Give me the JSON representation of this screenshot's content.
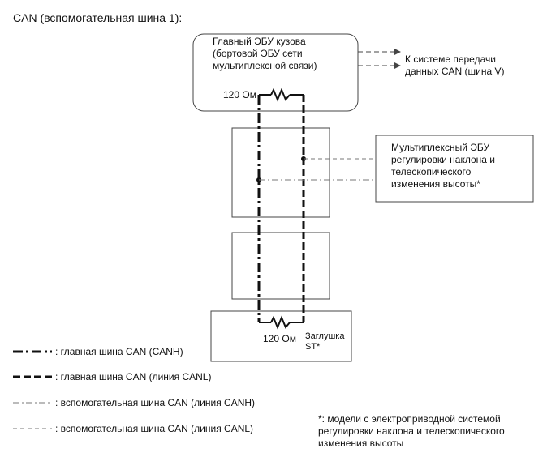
{
  "title": "CAN (вспомогательная шина 1):",
  "main_ecu": {
    "label": "Главный ЭБУ кузова\n(бортовой ЭБУ сети\nмультиплексной связи)",
    "resistor": "120 Ом"
  },
  "external_link": "К системе передачи\nданных CAN (шина V)",
  "multiplex_ecu": "Мультиплексный ЭБУ\nрегулировки наклона и\nтелескопического\nизменения высоты*",
  "joint": {
    "resistor": "120 Ом",
    "label": "Заглушка\nST*"
  },
  "legend": [
    {
      "style": "main-canh",
      "label": ": главная шина CAN (CANH)"
    },
    {
      "style": "main-canl",
      "label": ": главная шина CAN (линия CANL)"
    },
    {
      "style": "sub-canh",
      "label": ": вспомогательная шина CAN (линия CANH)"
    },
    {
      "style": "sub-canl",
      "label": ": вспомогательная шина CAN (линия CANL)"
    }
  ],
  "footnote": "*: модели с электроприводной системой\nрегулировки наклона и телескопического\nизменения высоты"
}
